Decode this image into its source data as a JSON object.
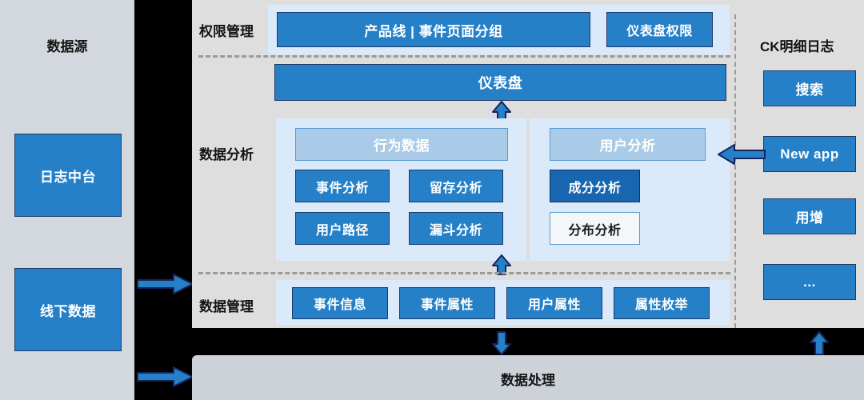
{
  "colors": {
    "accent_blue": "#2580c8",
    "accent_blue_dark": "#1866b0",
    "pale_blue": "#a9cbe8",
    "group_bg": "#dbeafb",
    "panel_bg": "#dedede",
    "source_panel_bg": "#d2d8de",
    "bottom_panel_bg": "#ccd2d8",
    "border_navy": "#1f3a66",
    "dash_gray": "#9a9a9a"
  },
  "source_panel": {
    "title": "数据源",
    "items": [
      {
        "label": "日志中台"
      },
      {
        "label": "线下数据"
      }
    ]
  },
  "main_panel": {
    "rows": [
      {
        "label": "权限管理",
        "boxes": [
          {
            "label": "产品线 | 事件页面分组",
            "style": "blue"
          },
          {
            "label": "仪表盘权限",
            "style": "blue"
          }
        ]
      },
      {
        "label": "",
        "boxes": [
          {
            "label": "仪表盘",
            "style": "blue"
          }
        ]
      },
      {
        "label": "数据分析",
        "groups": [
          {
            "header": "行为数据",
            "boxes": [
              {
                "label": "事件分析",
                "style": "blue"
              },
              {
                "label": "留存分析",
                "style": "blue"
              },
              {
                "label": "用户路径",
                "style": "blue"
              },
              {
                "label": "漏斗分析",
                "style": "blue"
              }
            ]
          },
          {
            "header": "用户分析",
            "boxes": [
              {
                "label": "成分分析",
                "style": "blue-dark"
              },
              {
                "label": "分布分析",
                "style": "white"
              }
            ]
          }
        ]
      },
      {
        "label": "数据管理",
        "boxes": [
          {
            "label": "事件信息",
            "style": "blue"
          },
          {
            "label": "事件属性",
            "style": "blue"
          },
          {
            "label": "用户属性",
            "style": "blue"
          },
          {
            "label": "属性枚举",
            "style": "blue"
          }
        ]
      }
    ]
  },
  "right_panel": {
    "title": "CK明细日志",
    "items": [
      {
        "label": "搜索"
      },
      {
        "label": "New app"
      },
      {
        "label": "用增"
      },
      {
        "label": "..."
      }
    ]
  },
  "bottom_panel": {
    "label": "数据处理"
  },
  "arrows": [
    {
      "name": "arrow-offline-to-main",
      "direction": "right"
    },
    {
      "name": "arrow-source-to-processing",
      "direction": "right"
    },
    {
      "name": "arrow-analysis-to-dashboard",
      "direction": "up"
    },
    {
      "name": "arrow-management-to-analysis",
      "direction": "up"
    },
    {
      "name": "arrow-management-to-processing",
      "direction": "down"
    },
    {
      "name": "arrow-newapp-to-useranalysis",
      "direction": "left"
    },
    {
      "name": "arrow-processing-to-ck",
      "direction": "up"
    }
  ]
}
